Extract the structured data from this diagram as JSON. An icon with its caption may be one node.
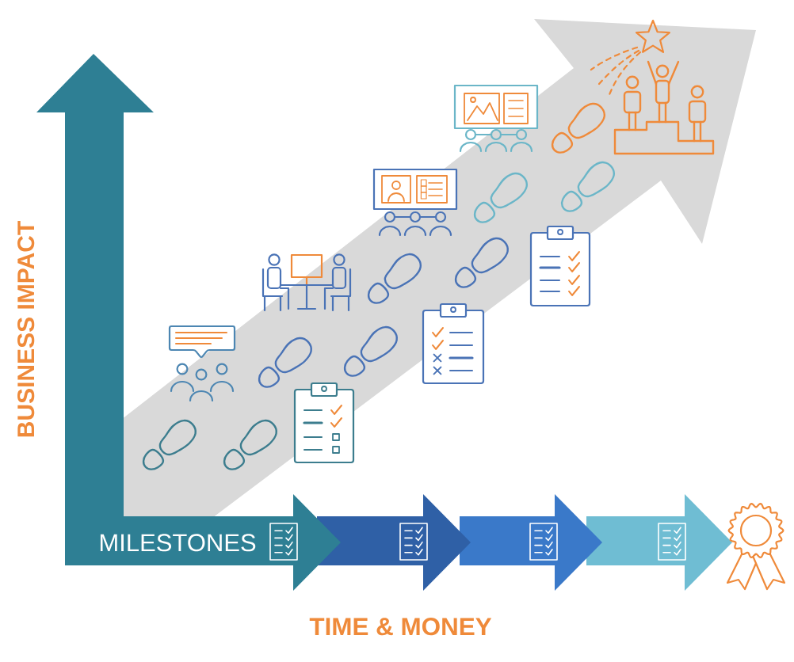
{
  "diagram": {
    "labels": [
      "BUSINESS IMPACT",
      "MILESTONES",
      "TIME & MONEY"
    ]
  }
}
